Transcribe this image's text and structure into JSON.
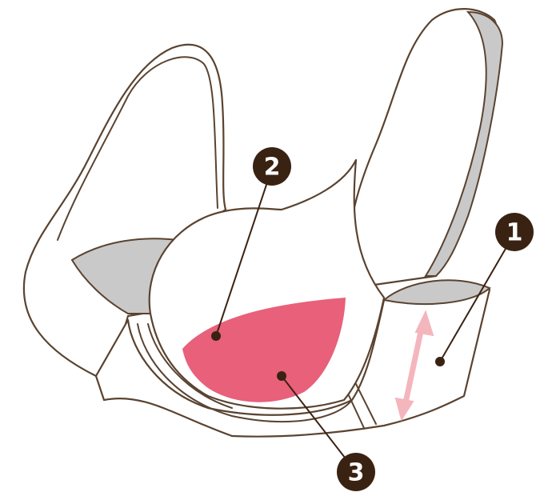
{
  "diagram": {
    "callouts": [
      {
        "number": "1"
      },
      {
        "number": "2"
      },
      {
        "number": "3"
      }
    ],
    "colors": {
      "outline": "#5a4330",
      "lining": "#c9c9c9",
      "highlight": "#e8607a",
      "arrow": "#f4b6bd",
      "callout": "#3a2212"
    }
  }
}
